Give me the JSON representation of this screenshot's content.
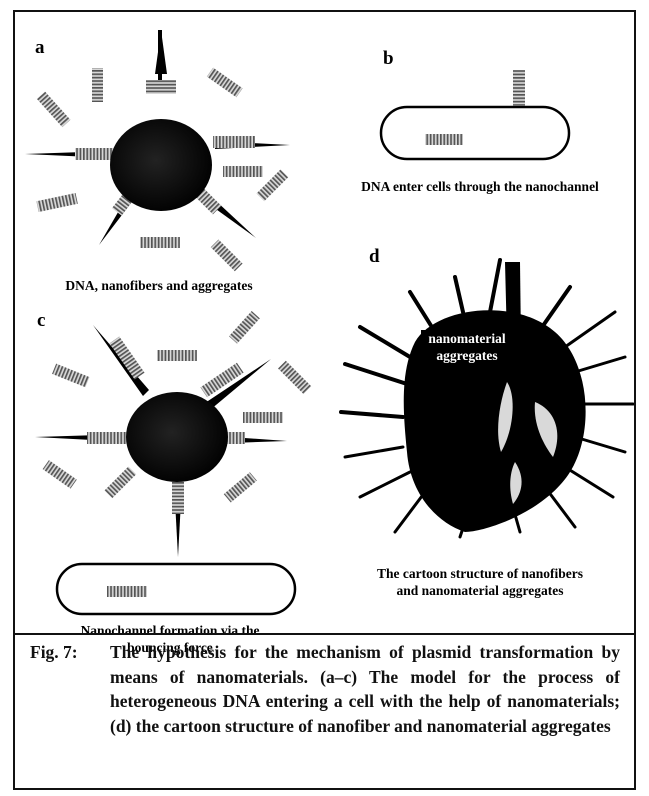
{
  "panels": {
    "a": {
      "letter": "a",
      "caption": "DNA, nanofibers and aggregates"
    },
    "b": {
      "letter": "b",
      "caption": "DNA enter cells through the nanochannel"
    },
    "c": {
      "letter": "c",
      "caption_line1": "Nanochannel formation via the",
      "caption_line2": "bouncing force"
    },
    "d": {
      "letter": "d",
      "overlay_line1": "nanomaterial",
      "overlay_line2": "aggregates",
      "caption_line1": "The cartoon structure of nanofibers",
      "caption_line2": "and nanomaterial aggregates"
    }
  },
  "figure_caption": {
    "label": "Fig. 7:",
    "text": "The hypothesis for the mechanism of plasmid transformation by means of nanomaterials. (a–c) The model for the process of heterogeneous DNA entering a cell with the help of nanomaterials; (d) the cartoon structure of nanofiber and nanomaterial aggregates"
  },
  "colors": {
    "ink": "#000000",
    "coil": "#7a7a7a",
    "background": "#ffffff"
  }
}
